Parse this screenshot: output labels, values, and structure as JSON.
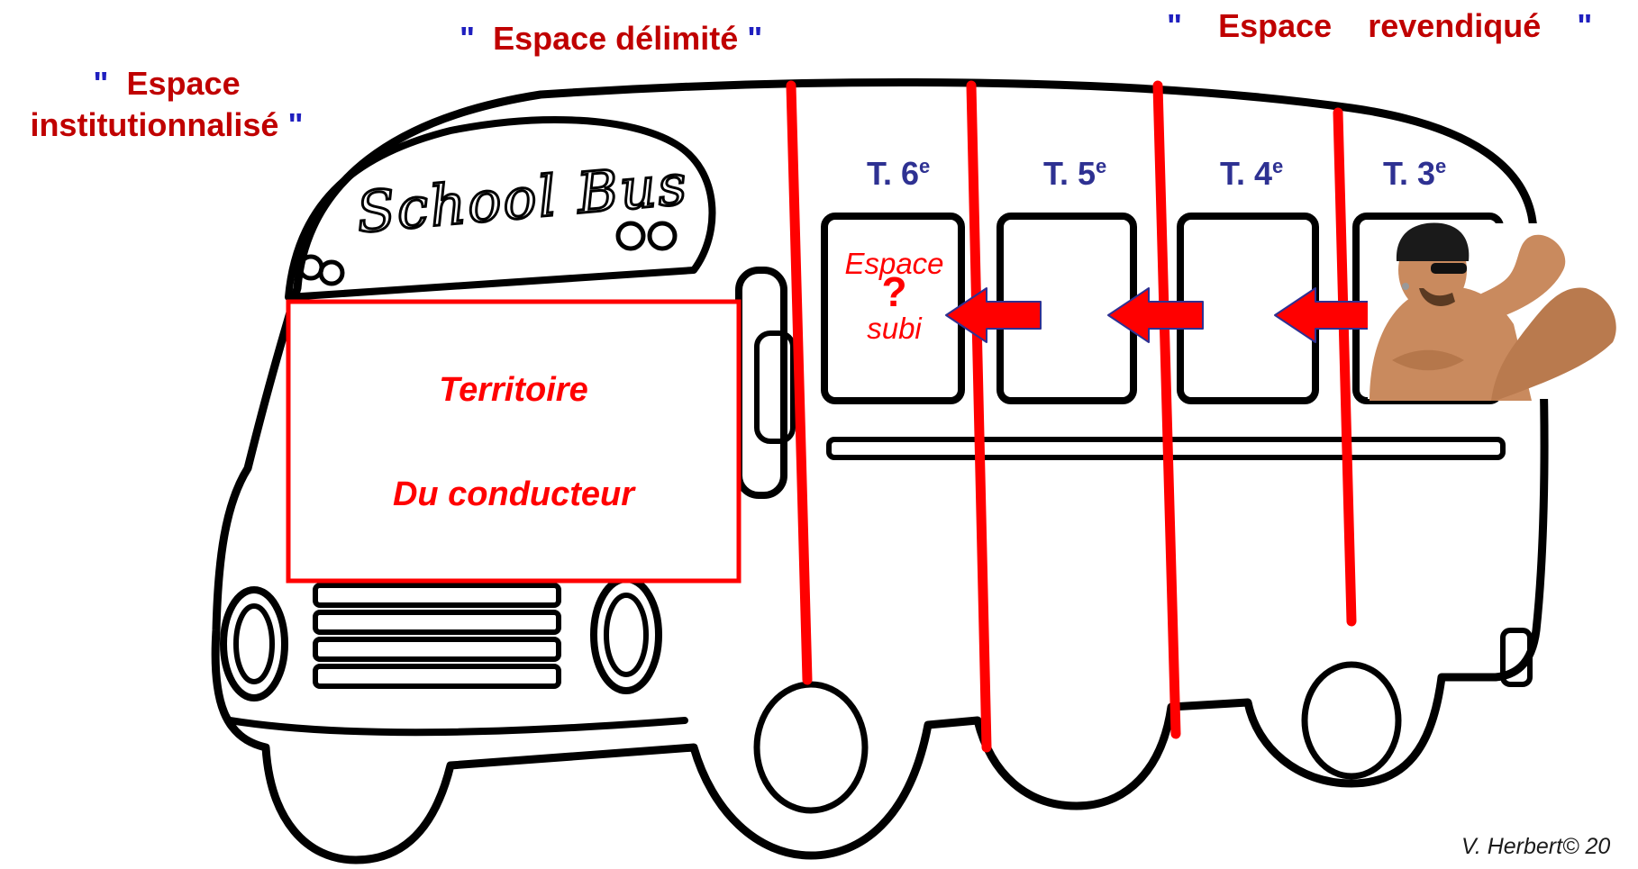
{
  "labels": {
    "institutionnalise_line1": "Espace",
    "institutionnalise_line2": "institutionnalisé",
    "delimite": "Espace délimité",
    "revendique_word1": "Espace",
    "revendique_word2": "revendiqué",
    "quote": "\""
  },
  "bus": {
    "sign": "School Bus",
    "driver_zone_line1": "Territoire",
    "driver_zone_line2": "Du conducteur"
  },
  "windows": [
    {
      "prefix": "T. 6",
      "sup": "e"
    },
    {
      "prefix": "T. 5",
      "sup": "e"
    },
    {
      "prefix": "T. 4",
      "sup": "e"
    },
    {
      "prefix": "T. 3",
      "sup": "e"
    }
  ],
  "subi": {
    "word1": "Espace",
    "mark": "?",
    "word2": "subi"
  },
  "credit": "V. Herbert© 20",
  "colors": {
    "title_red": "#c00000",
    "line_red": "#ff0000",
    "window_label": "#2e3192",
    "arrow_fill": "#ff0000",
    "arrow_stroke": "#2e3192"
  }
}
